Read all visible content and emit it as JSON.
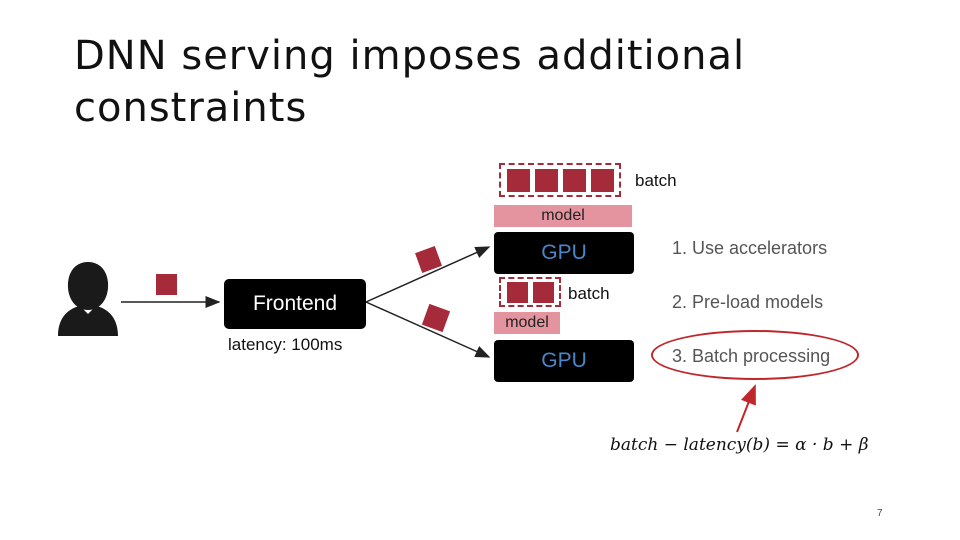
{
  "slide": {
    "title": "DNN serving imposes additional constraints",
    "page_number": "7"
  },
  "frontend": {
    "label": "Frontend",
    "latency": "latency: 100ms"
  },
  "gpus": [
    {
      "label": "GPU",
      "model_label": "model",
      "batch_label": "batch"
    },
    {
      "label": "GPU",
      "model_label": "model",
      "batch_label": "batch"
    }
  ],
  "steps": [
    "1.  Use accelerators",
    "2.  Pre-load models",
    "3.  Batch processing"
  ],
  "formula": "batch − latency(b) = α · b + β",
  "colors": {
    "request": "#a52a3a",
    "model": "#e3949e",
    "gpu_text": "#4a86c8",
    "highlight": "#c0272d"
  },
  "icons": {
    "user": "user-silhouette-icon"
  }
}
